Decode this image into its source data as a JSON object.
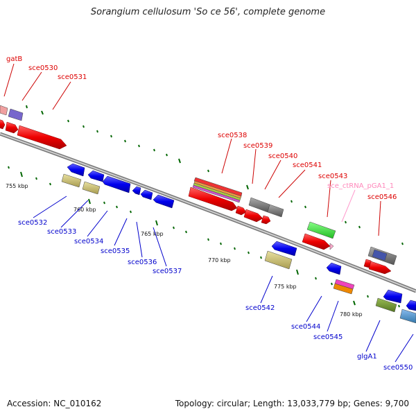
{
  "title": "Sorangium cellulosum 'So ce 56', complete genome",
  "footer": {
    "accession": "Accession: NC_010162",
    "topology": "Topology: circular; Length: 13,033,779 bp; Genes: 9,700"
  },
  "colors": {
    "forward_label": "#dd0000",
    "reverse_label": "#0000cc",
    "rna_label": "#ff88bb",
    "backbone": "#888888",
    "tick": "#006600"
  },
  "kbp_labels": [
    "755 kbp",
    "760 kbp",
    "765 kbp",
    "770 kbp",
    "775 kbp",
    "780 kbp"
  ],
  "forward_labels": [
    "gatB",
    "sce0530",
    "sce0531",
    "sce0538",
    "sce0539",
    "sce0540",
    "sce0541",
    "sce0543",
    "sce0546"
  ],
  "rna_labels": [
    "sce_ctRNA_pGA1_1"
  ],
  "reverse_labels": [
    "sce0532",
    "sce0533",
    "sce0534",
    "sce0535",
    "sce0536",
    "sce0537",
    "sce0542",
    "sce0544",
    "sce0545",
    "glgA1",
    "sce0550"
  ]
}
